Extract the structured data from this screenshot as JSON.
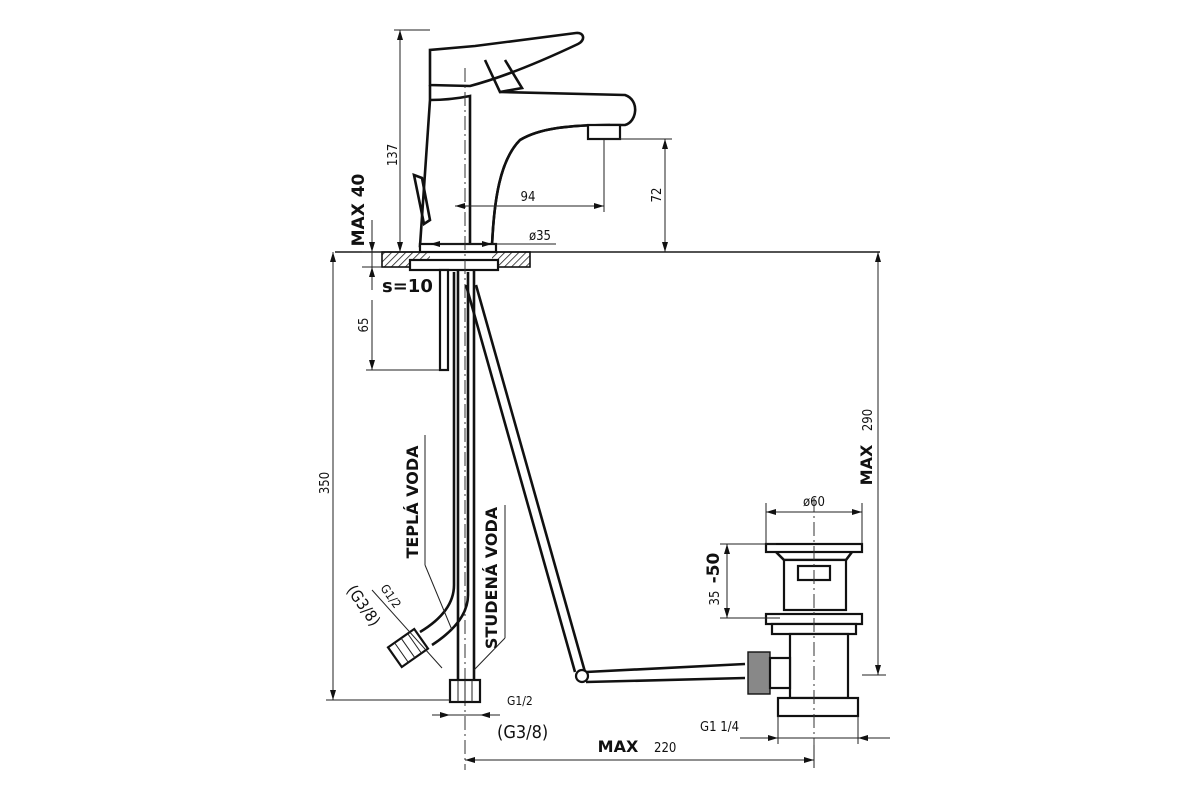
{
  "dimensions": {
    "faucet_height": "137",
    "max_thickness": "MAX 40",
    "spout_reach": "94",
    "spout_clearance": "72",
    "hole_diameter": "ø35",
    "wall_thickness": "s=10",
    "rod_length": "65",
    "hose_length": "350",
    "drain_max_prefix": "MAX",
    "drain_height": "290",
    "drain_diameter": "ø60",
    "drain_adjust": "-50",
    "drain_min": "35",
    "max_label": "MAX",
    "max_reach": "220",
    "drain_thread": "G1 1/4"
  },
  "labels": {
    "hot_water": "TEPLÁ VODA",
    "cold_water": "STUDENÁ VODA",
    "hot_thread": "G1/2",
    "hot_thread_alt": "(G3/8)",
    "cold_thread": "G1/2",
    "cold_thread_alt": "(G3/8)"
  }
}
